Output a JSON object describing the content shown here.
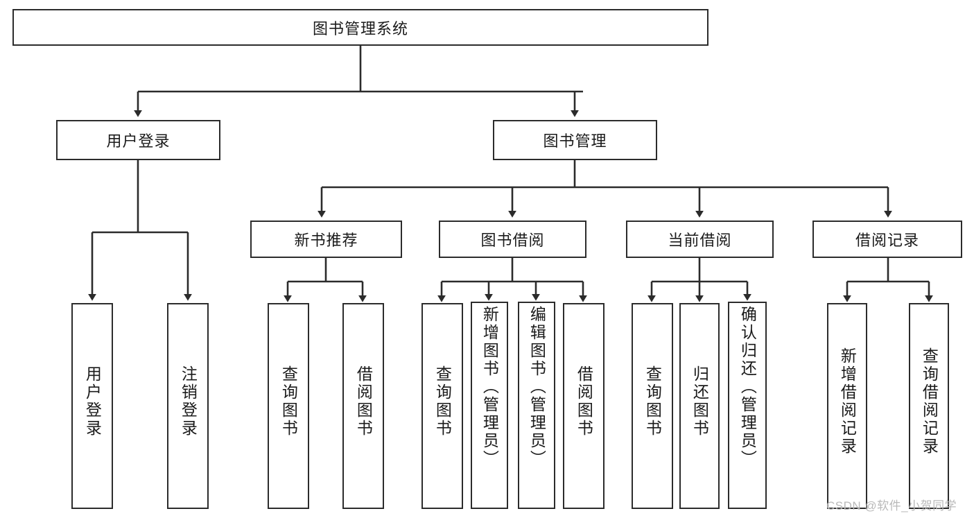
{
  "diagram": {
    "type": "tree-hierarchy-chart",
    "title": "图书管理系统",
    "watermark": "CSDN @软件_小贺同学",
    "colors": {
      "border": "#2b2b2b",
      "background": "#ffffff",
      "text": "#1a1a1a",
      "watermark": "#b9b9b9"
    },
    "nodes": {
      "root": {
        "label": "图书管理系统",
        "level": 1,
        "orientation": "horizontal"
      },
      "l2": [
        {
          "id": "user-login",
          "label": "用户登录",
          "level": 2,
          "orientation": "horizontal"
        },
        {
          "id": "book-manage",
          "label": "图书管理",
          "level": 2,
          "orientation": "horizontal"
        }
      ],
      "l3": [
        {
          "id": "new-book-rec",
          "label": "新书推荐",
          "level": 3,
          "orientation": "horizontal"
        },
        {
          "id": "book-borrow",
          "label": "图书借阅",
          "level": 3,
          "orientation": "horizontal"
        },
        {
          "id": "current-borrow",
          "label": "当前借阅",
          "level": 3,
          "orientation": "horizontal"
        },
        {
          "id": "borrow-record",
          "label": "借阅记录",
          "level": 3,
          "orientation": "horizontal"
        }
      ],
      "leaves": {
        "user_login": [
          {
            "id": "leaf-user-login",
            "label": "用户登录"
          },
          {
            "id": "leaf-logout",
            "label": "注销登录"
          }
        ],
        "new_book_rec": [
          {
            "id": "leaf-query-book-1",
            "label": "查询图书"
          },
          {
            "id": "leaf-borrow-book-1",
            "label": "借阅图书"
          }
        ],
        "book_borrow": [
          {
            "id": "leaf-query-book-2",
            "label": "查询图书"
          },
          {
            "id": "leaf-add-book",
            "label": "新增图书（管理员）"
          },
          {
            "id": "leaf-edit-book",
            "label": "编辑图书（管理员）"
          },
          {
            "id": "leaf-borrow-book-2",
            "label": "借阅图书"
          }
        ],
        "current_borrow": [
          {
            "id": "leaf-query-book-3",
            "label": "查询图书"
          },
          {
            "id": "leaf-return-book",
            "label": "归还图书"
          },
          {
            "id": "leaf-confirm-return",
            "label": "确认归还（管理员）"
          }
        ],
        "borrow_record": [
          {
            "id": "leaf-add-record",
            "label": "新增借阅记录"
          },
          {
            "id": "leaf-query-record",
            "label": "查询借阅记录"
          }
        ]
      }
    }
  }
}
